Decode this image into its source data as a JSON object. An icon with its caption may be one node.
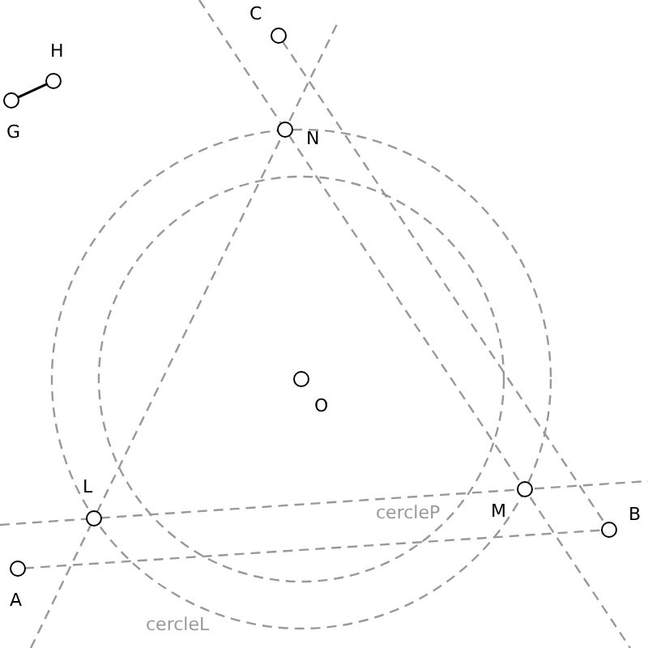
{
  "diagram": {
    "nodes": [
      {
        "text": [],
        "shape": "circle",
        "beside": [
          "G"
        ]
      },
      {
        "text": [],
        "shape": "circle",
        "beside": [
          "H"
        ]
      },
      {
        "text": [],
        "shape": "circle",
        "beside": [
          "C"
        ]
      },
      {
        "text": [],
        "shape": "circle",
        "beside": [
          "N"
        ]
      },
      {
        "text": [],
        "shape": "circle",
        "beside": [
          "O"
        ]
      },
      {
        "text": [],
        "shape": "circle",
        "beside": [
          "L"
        ]
      },
      {
        "text": [],
        "shape": "circle",
        "beside": [
          "M"
        ]
      },
      {
        "text": [],
        "shape": "circle",
        "beside": [
          "B"
        ]
      },
      {
        "text": [],
        "shape": "circle",
        "beside": [
          "A"
        ]
      }
    ],
    "edges": [
      {
        "from": 0,
        "to": 1,
        "arrow": "none",
        "color": "#000000"
      },
      {
        "from": 8,
        "to": 7,
        "arrow": "none",
        "style": "dashed"
      },
      {
        "from": 5,
        "to": 6,
        "arrow": "none",
        "style": "dashed"
      },
      {
        "from": 3,
        "to": 6,
        "arrow": "none",
        "style": "dashed"
      },
      {
        "from": 5,
        "to": 3,
        "arrow": "none",
        "style": "dashed"
      },
      {
        "from": 2,
        "to": 7,
        "arrow": "none",
        "style": "dashed"
      }
    ],
    "labels": [
      "cercleP",
      "cercleL"
    ]
  }
}
